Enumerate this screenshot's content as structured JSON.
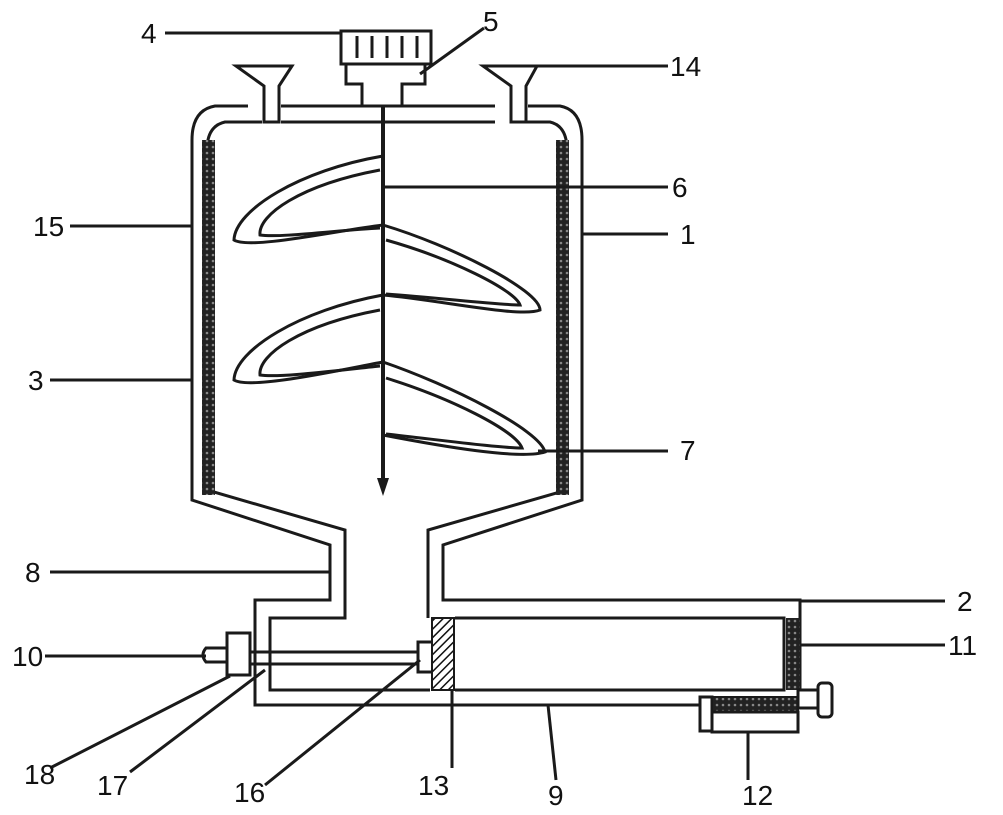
{
  "labels": {
    "l1": "1",
    "l2": "2",
    "l3": "3",
    "l4": "4",
    "l5": "5",
    "l6": "6",
    "l7": "7",
    "l8": "8",
    "l9": "9",
    "l10": "10",
    "l11": "11",
    "l12": "12",
    "l13": "13",
    "l14": "14",
    "l15": "15",
    "l16": "16",
    "l17": "17",
    "l18": "18"
  },
  "colors": {
    "line": "#1a1a1a",
    "heater": "#333333"
  }
}
